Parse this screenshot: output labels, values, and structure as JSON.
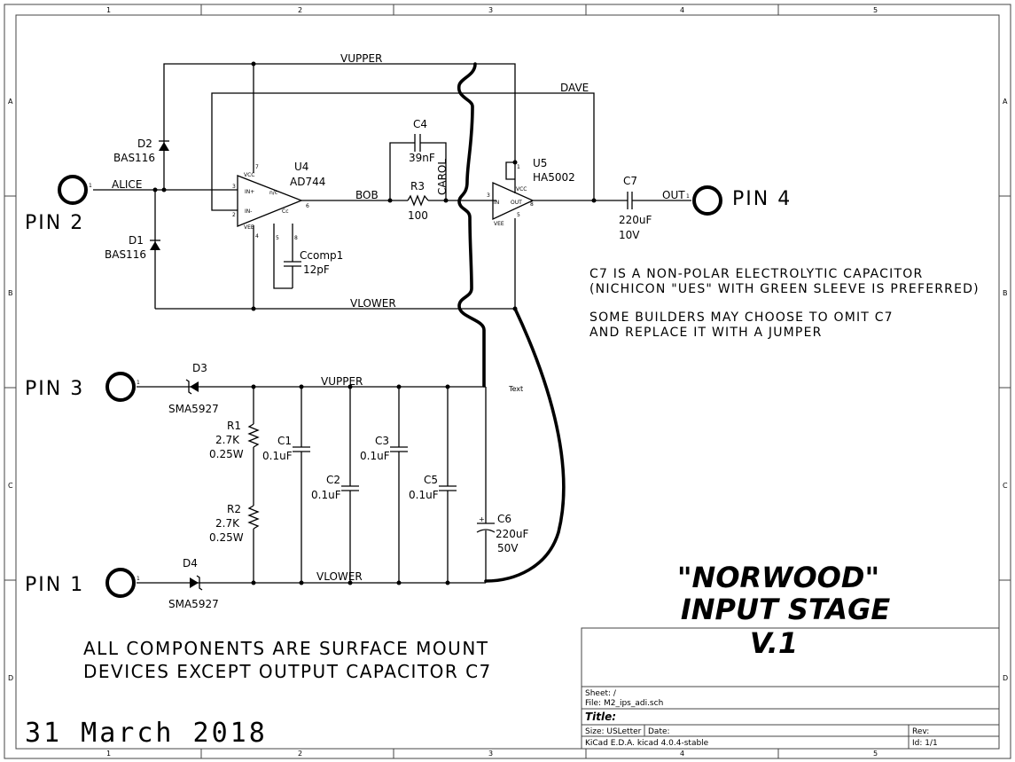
{
  "frame": {
    "col_numbers": [
      "1",
      "2",
      "3",
      "4",
      "5"
    ],
    "row_letters": [
      "A",
      "B",
      "C",
      "D"
    ]
  },
  "pins": {
    "pin2": "PIN 2",
    "pin4": "PIN 4",
    "pin3": "PIN 3",
    "pin1": "PIN 1",
    "pin_number": "1"
  },
  "nets": {
    "vupper_top": "VUPPER",
    "dave": "DAVE",
    "alice": "ALICE",
    "bob": "BOB",
    "carol": "CAROL",
    "out": "OUT",
    "vlower_top": "VLOWER",
    "vupper_bottom": "VUPPER",
    "vlower_bottom": "VLOWER",
    "text_label": "Text"
  },
  "components": {
    "d2": {
      "ref": "D2",
      "value": "BAS116"
    },
    "d1": {
      "ref": "D1",
      "value": "BAS116"
    },
    "u4": {
      "ref": "U4",
      "value": "AD744",
      "pins": {
        "vcc": "VCC",
        "inp": "IN+",
        "inm": "IN-",
        "vee": "VEE",
        "nc": "n/c",
        "cc": "Cc",
        "p7": "7",
        "p3": "3",
        "p2": "2",
        "p4": "4",
        "p5": "5",
        "p8": "8",
        "p6": "6"
      }
    },
    "c4": {
      "ref": "C4",
      "value": "39nF"
    },
    "r3": {
      "ref": "R3",
      "value": "100"
    },
    "ccomp1": {
      "ref": "Ccomp1",
      "value": "12pF"
    },
    "u5": {
      "ref": "U5",
      "value": "HA5002",
      "pins": {
        "vcc": "VCC",
        "in": "IN",
        "out": "OUT",
        "vee": "VEE",
        "p1": "1",
        "p3": "3",
        "p8": "8",
        "p5": "5"
      }
    },
    "c7": {
      "ref": "C7",
      "value": "220uF",
      "value2": "10V"
    },
    "d3": {
      "ref": "D3",
      "value": "SMA5927"
    },
    "d4": {
      "ref": "D4",
      "value": "SMA5927"
    },
    "r1": {
      "ref": "R1",
      "value": "2.7K",
      "value2": "0.25W"
    },
    "r2": {
      "ref": "R2",
      "value": "2.7K",
      "value2": "0.25W"
    },
    "c1": {
      "ref": "C1",
      "value": "0.1uF"
    },
    "c2": {
      "ref": "C2",
      "value": "0.1uF"
    },
    "c3": {
      "ref": "C3",
      "value": "0.1uF"
    },
    "c5": {
      "ref": "C5",
      "value": "0.1uF"
    },
    "c6": {
      "ref": "C6",
      "value": "220uF",
      "value2": "50V",
      "polarity": "+"
    }
  },
  "notes": {
    "c7_line1": "C7 IS A NON-POLAR ELECTROLYTIC CAPACITOR",
    "c7_line2": "(NICHICON \"UES\" WITH GREEN SLEEVE IS PREFERRED)",
    "omit_line1": "SOME BUILDERS MAY CHOOSE TO OMIT C7",
    "omit_line2": "AND REPLACE IT WITH A JUMPER",
    "smd_line1": "ALL COMPONENTS ARE SURFACE MOUNT",
    "smd_line2": "DEVICES EXCEPT OUTPUT CAPACITOR C7",
    "date": "31 March 2018"
  },
  "title": {
    "line1": "\"NORWOOD\"",
    "line2": "INPUT STAGE",
    "line3": "V.1"
  },
  "title_block": {
    "sheet": "Sheet: /",
    "file": "File: M2_ips_adi.sch",
    "title": "Title:",
    "size": "Size: USLetter",
    "date": "Date:",
    "rev": "Rev:",
    "tool": "KiCad E.D.A.  kicad 4.0.4-stable",
    "id": "Id: 1/1"
  }
}
